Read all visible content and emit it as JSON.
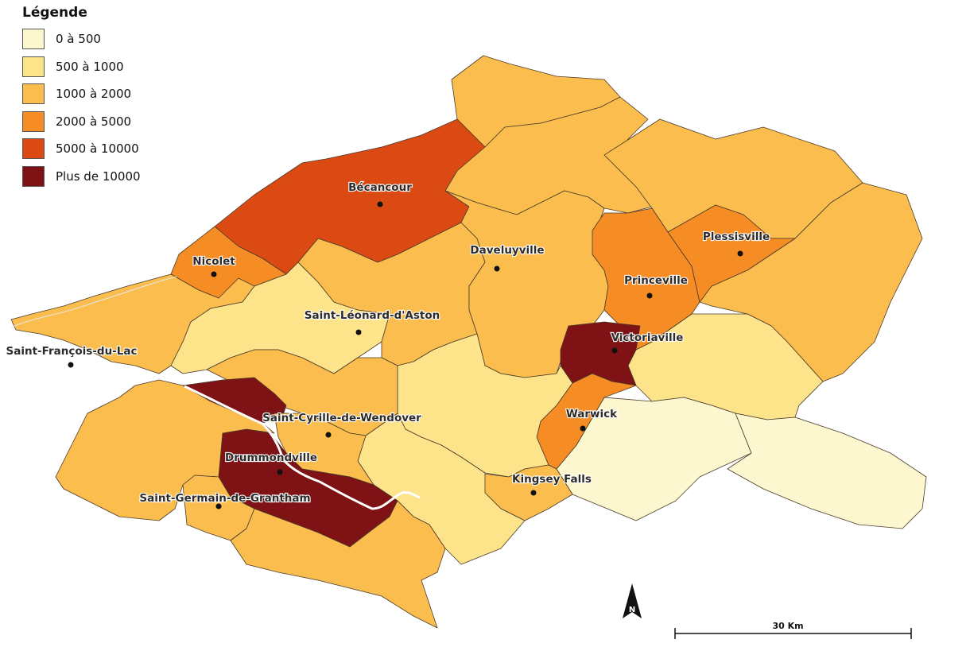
{
  "legend": {
    "title": "Légende",
    "classes": [
      {
        "label": "0 à 500",
        "color": "#fdf7cf"
      },
      {
        "label": "500 à 1000",
        "color": "#fde48a"
      },
      {
        "label": "1000 à 2000",
        "color": "#fbbd4e"
      },
      {
        "label": "2000 à 5000",
        "color": "#f68c24"
      },
      {
        "label": "5000 à 10000",
        "color": "#dc4a13"
      },
      {
        "label": "Plus de 10000",
        "color": "#7e1214"
      }
    ]
  },
  "places": [
    {
      "name": "Bécancour"
    },
    {
      "name": "Nicolet"
    },
    {
      "name": "Daveluyville"
    },
    {
      "name": "Plessisville"
    },
    {
      "name": "Princeville"
    },
    {
      "name": "Saint-Léonard-d'Aston"
    },
    {
      "name": "Victoriaville"
    },
    {
      "name": "Saint-François-du-Lac"
    },
    {
      "name": "Saint-Cyrille-de-Wendover"
    },
    {
      "name": "Warwick"
    },
    {
      "name": "Drummondville"
    },
    {
      "name": "Kingsey Falls"
    },
    {
      "name": "Saint-Germain-de-Grantham"
    }
  ],
  "north_arrow": {
    "letter": "N"
  },
  "scale_bar": {
    "label": "30 Km"
  }
}
